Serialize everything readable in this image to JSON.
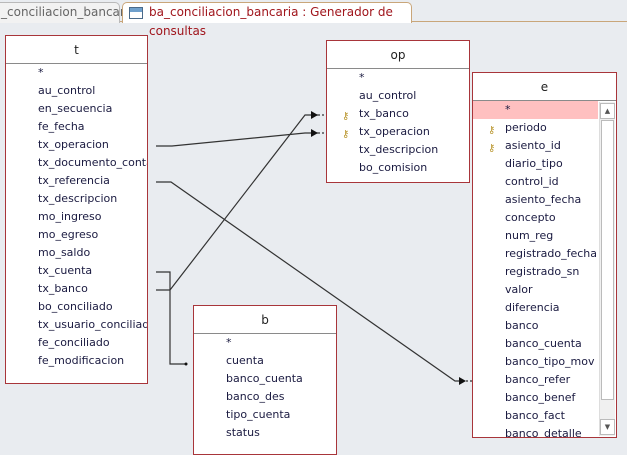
{
  "tabs": [
    {
      "label": "_conciliacion_bancaria"
    },
    {
      "label": "ba_conciliacion_bancaria : Generador de consultas"
    }
  ],
  "tables": {
    "t": {
      "title": "t",
      "fields": [
        "*",
        "au_control",
        "en_secuencia",
        "fe_fecha",
        "tx_operacion",
        "tx_documento_contab",
        "tx_referencia",
        "tx_descripcion",
        "mo_ingreso",
        "mo_egreso",
        "mo_saldo",
        "tx_cuenta",
        "tx_banco",
        "bo_conciliado",
        "tx_usuario_conciliado",
        "fe_conciliado",
        "fe_modificacion"
      ]
    },
    "op": {
      "title": "op",
      "fields": [
        "*",
        "au_control",
        "tx_banco",
        "tx_operacion",
        "tx_descripcion",
        "bo_comision"
      ],
      "keys": [
        2,
        3
      ]
    },
    "e": {
      "title": "e",
      "fields": [
        "*",
        "periodo",
        "asiento_id",
        "diario_tipo",
        "control_id",
        "asiento_fecha",
        "concepto",
        "num_reg",
        "registrado_fecha",
        "registrado_sn",
        "valor",
        "diferencia",
        "banco",
        "banco_cuenta",
        "banco_tipo_mov",
        "banco_refer",
        "banco_benef",
        "banco_fact",
        "banco_detalle"
      ],
      "keys": [
        1,
        2
      ],
      "selected": 0
    },
    "b": {
      "title": "b",
      "fields": [
        "*",
        "cuenta",
        "banco_cuenta",
        "banco_des",
        "tipo_cuenta",
        "status"
      ]
    }
  },
  "colors": {
    "border": "#a8353a",
    "selected": "#ffc0c0",
    "tab_active_text": "#a0151c"
  }
}
